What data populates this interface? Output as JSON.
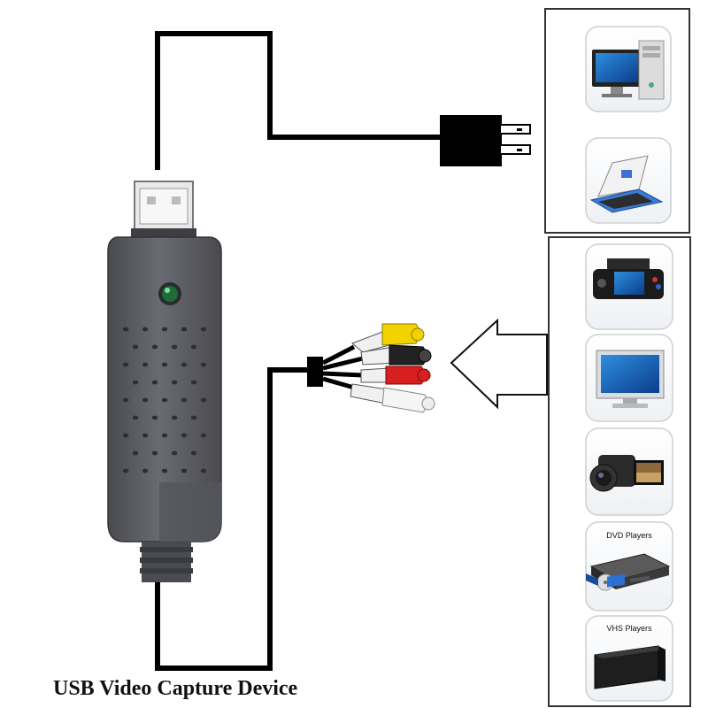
{
  "caption": "USB Video Capture Device",
  "output_devices": [
    {
      "name": "desktop-computer-icon"
    },
    {
      "name": "laptop-icon"
    }
  ],
  "input_devices": [
    {
      "name": "handheld-game-console-icon",
      "label": ""
    },
    {
      "name": "tv-monitor-icon",
      "label": ""
    },
    {
      "name": "camcorder-icon",
      "label": ""
    },
    {
      "name": "dvd-player-icon",
      "label": "DVD Players"
    },
    {
      "name": "vhs-player-icon",
      "label": "VHS Players"
    }
  ],
  "colors": {
    "device_body": "#5b5c62",
    "led": "#1f6b3a",
    "rca_yellow": "#f2d300",
    "rca_black": "#222222",
    "rca_red": "#d81f1f",
    "rca_white": "#f0f0f0",
    "cable": "#000000"
  }
}
